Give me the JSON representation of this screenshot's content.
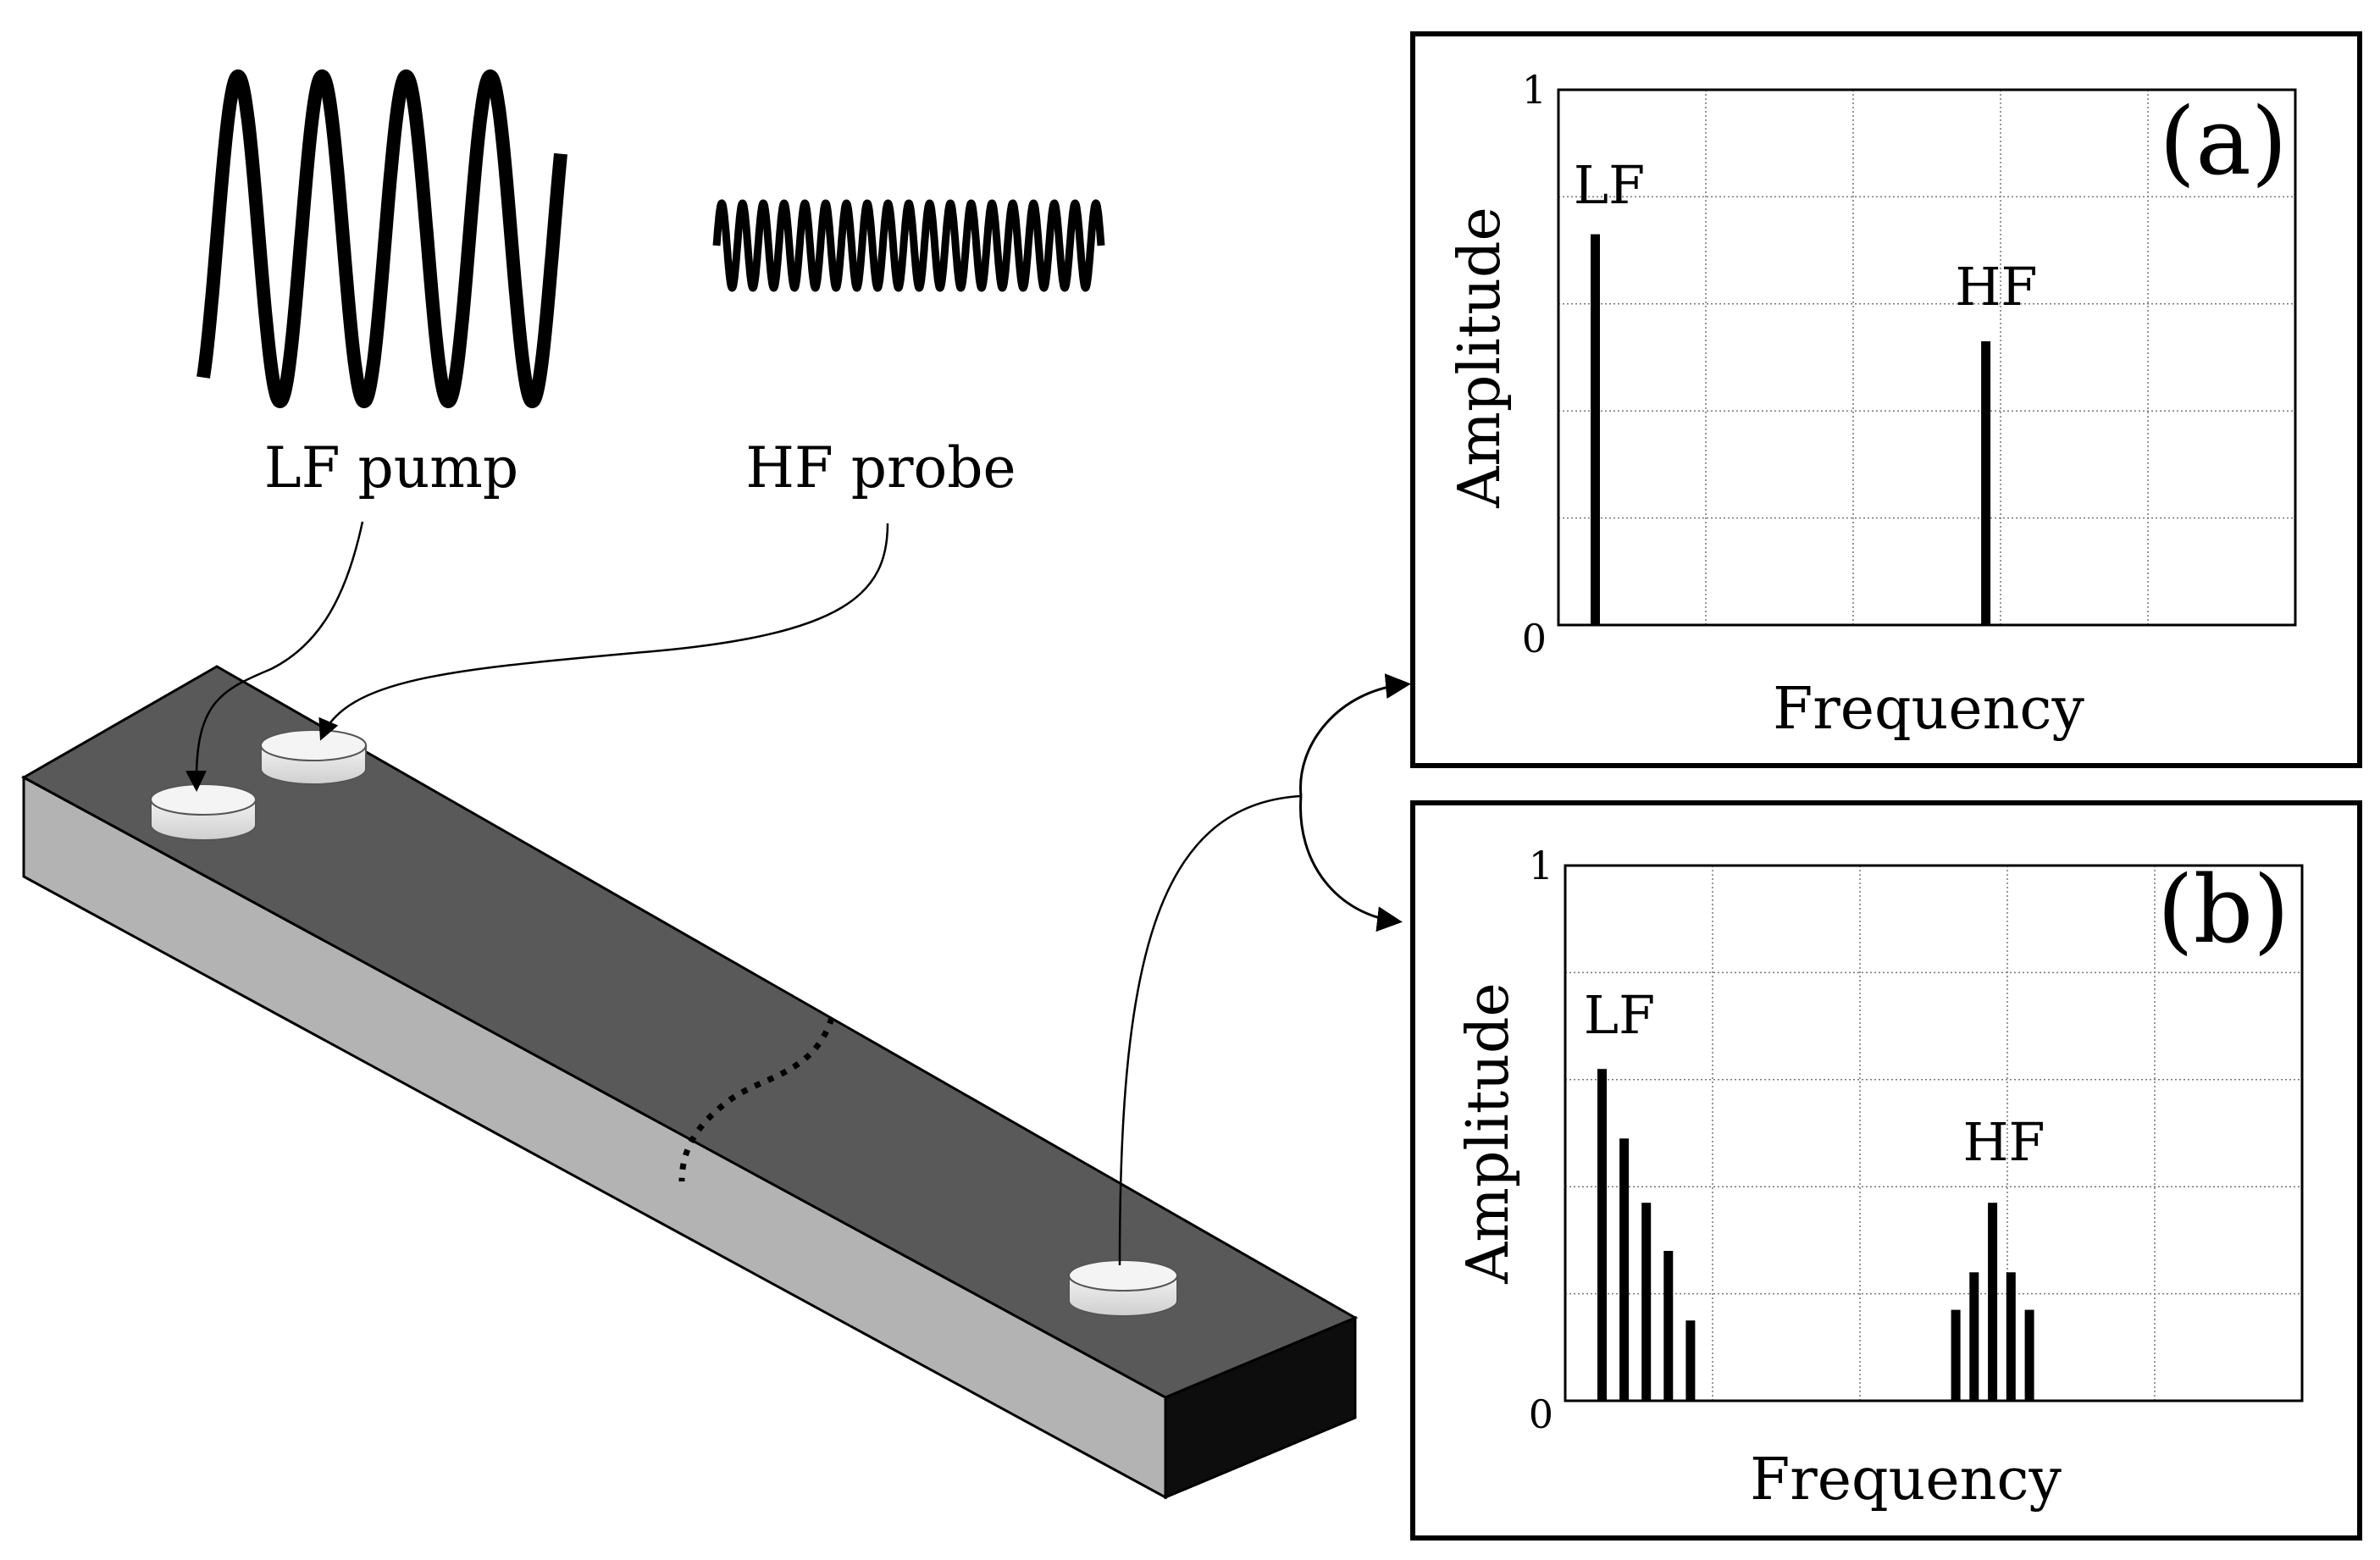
{
  "signals": {
    "pump_label": "LF pump",
    "probe_label": "HF probe"
  },
  "panels": [
    {
      "tag": "(a)",
      "xlabel": "Frequency",
      "ylabel": "Amplitude",
      "y_max_label": "1",
      "y_min_label": "0",
      "lf_label": "LF",
      "hf_label": "HF"
    },
    {
      "tag": "(b)",
      "xlabel": "Frequency",
      "ylabel": "Amplitude",
      "y_max_label": "1",
      "y_min_label": "0",
      "lf_label": "LF",
      "hf_label": "HF"
    }
  ],
  "chart_data": [
    {
      "type": "bar",
      "panel": "(a)",
      "xlabel": "Frequency",
      "ylabel": "Amplitude",
      "ylim": [
        0,
        1
      ],
      "grid": true,
      "bars": [
        {
          "x": 0.05,
          "value": 0.73,
          "group": "LF"
        },
        {
          "x": 0.58,
          "value": 0.53,
          "group": "HF"
        }
      ]
    },
    {
      "type": "bar",
      "panel": "(b)",
      "xlabel": "Frequency",
      "ylabel": "Amplitude",
      "ylim": [
        0,
        1
      ],
      "grid": true,
      "bars": [
        {
          "x": 0.05,
          "value": 0.62,
          "group": "LF"
        },
        {
          "x": 0.08,
          "value": 0.49,
          "group": "LF"
        },
        {
          "x": 0.11,
          "value": 0.37,
          "group": "LF"
        },
        {
          "x": 0.14,
          "value": 0.28,
          "group": "LF"
        },
        {
          "x": 0.17,
          "value": 0.15,
          "group": "LF"
        },
        {
          "x": 0.53,
          "value": 0.17,
          "group": "HF"
        },
        {
          "x": 0.555,
          "value": 0.24,
          "group": "HF"
        },
        {
          "x": 0.58,
          "value": 0.37,
          "group": "HF"
        },
        {
          "x": 0.605,
          "value": 0.24,
          "group": "HF"
        },
        {
          "x": 0.63,
          "value": 0.17,
          "group": "HF"
        }
      ]
    }
  ]
}
